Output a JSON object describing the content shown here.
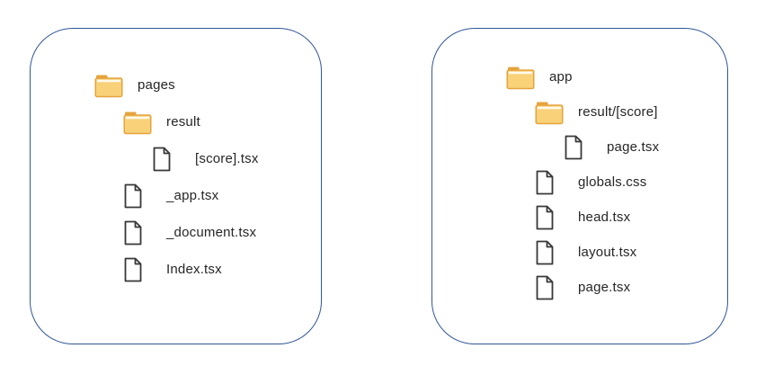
{
  "diagram": {
    "description": "Next.js directory structure comparison"
  },
  "colors": {
    "panel_border": "#2F5597",
    "folder_tab": "#E5A33D",
    "folder_body": "#F8D179",
    "folder_stripe": "#FFF9EA",
    "file_outline": "#383838",
    "text": "#262626",
    "background": "#FFFFFF"
  },
  "panels": [
    {
      "name": "pages-directory",
      "items": [
        {
          "type": "folder",
          "label": "pages",
          "level": 0
        },
        {
          "type": "folder",
          "label": "result",
          "level": 1
        },
        {
          "type": "file",
          "label": "[score].tsx",
          "level": 2
        },
        {
          "type": "file",
          "label": "_app.tsx",
          "level": 1
        },
        {
          "type": "file",
          "label": "_document.tsx",
          "level": 1
        },
        {
          "type": "file",
          "label": "Index.tsx",
          "level": 1
        }
      ]
    },
    {
      "name": "app-directory",
      "items": [
        {
          "type": "folder",
          "label": "app",
          "level": 0
        },
        {
          "type": "folder",
          "label": "result/[score]",
          "level": 1
        },
        {
          "type": "file",
          "label": "page.tsx",
          "level": 2
        },
        {
          "type": "file",
          "label": "globals.css",
          "level": 1
        },
        {
          "type": "file",
          "label": "head.tsx",
          "level": 1
        },
        {
          "type": "file",
          "label": "layout.tsx",
          "level": 1
        },
        {
          "type": "file",
          "label": "page.tsx",
          "level": 1
        }
      ]
    }
  ]
}
